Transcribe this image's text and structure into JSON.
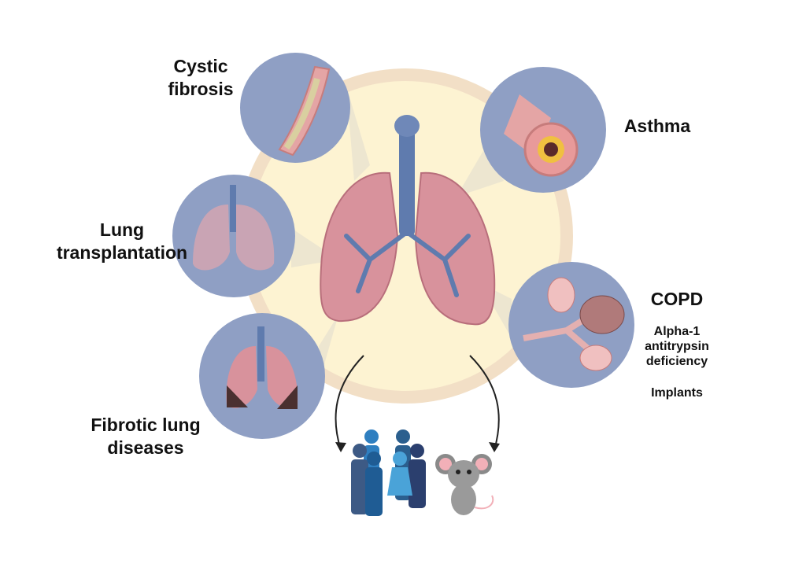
{
  "labels": {
    "cystic_fibrosis": [
      "Cystic",
      "fibrosis"
    ],
    "asthma": "Asthma",
    "lung_transplantation": [
      "Lung",
      "transplantation"
    ],
    "copd": "COPD",
    "copd_notes": [
      "Alpha-1",
      "antitrypsin",
      "deficiency",
      "Implants"
    ],
    "fibrotic": [
      "Fibrotic lung",
      "diseases"
    ]
  },
  "colors": {
    "background_disc": "#fdf3d2",
    "disc_ring": "#f2dfc6",
    "inset_circle": "#8f9fc4",
    "lung": "#d8929c",
    "trachea": "#5f7bae",
    "human_blue": "#2f7fc0",
    "human_navy": "#2b3f6e"
  }
}
